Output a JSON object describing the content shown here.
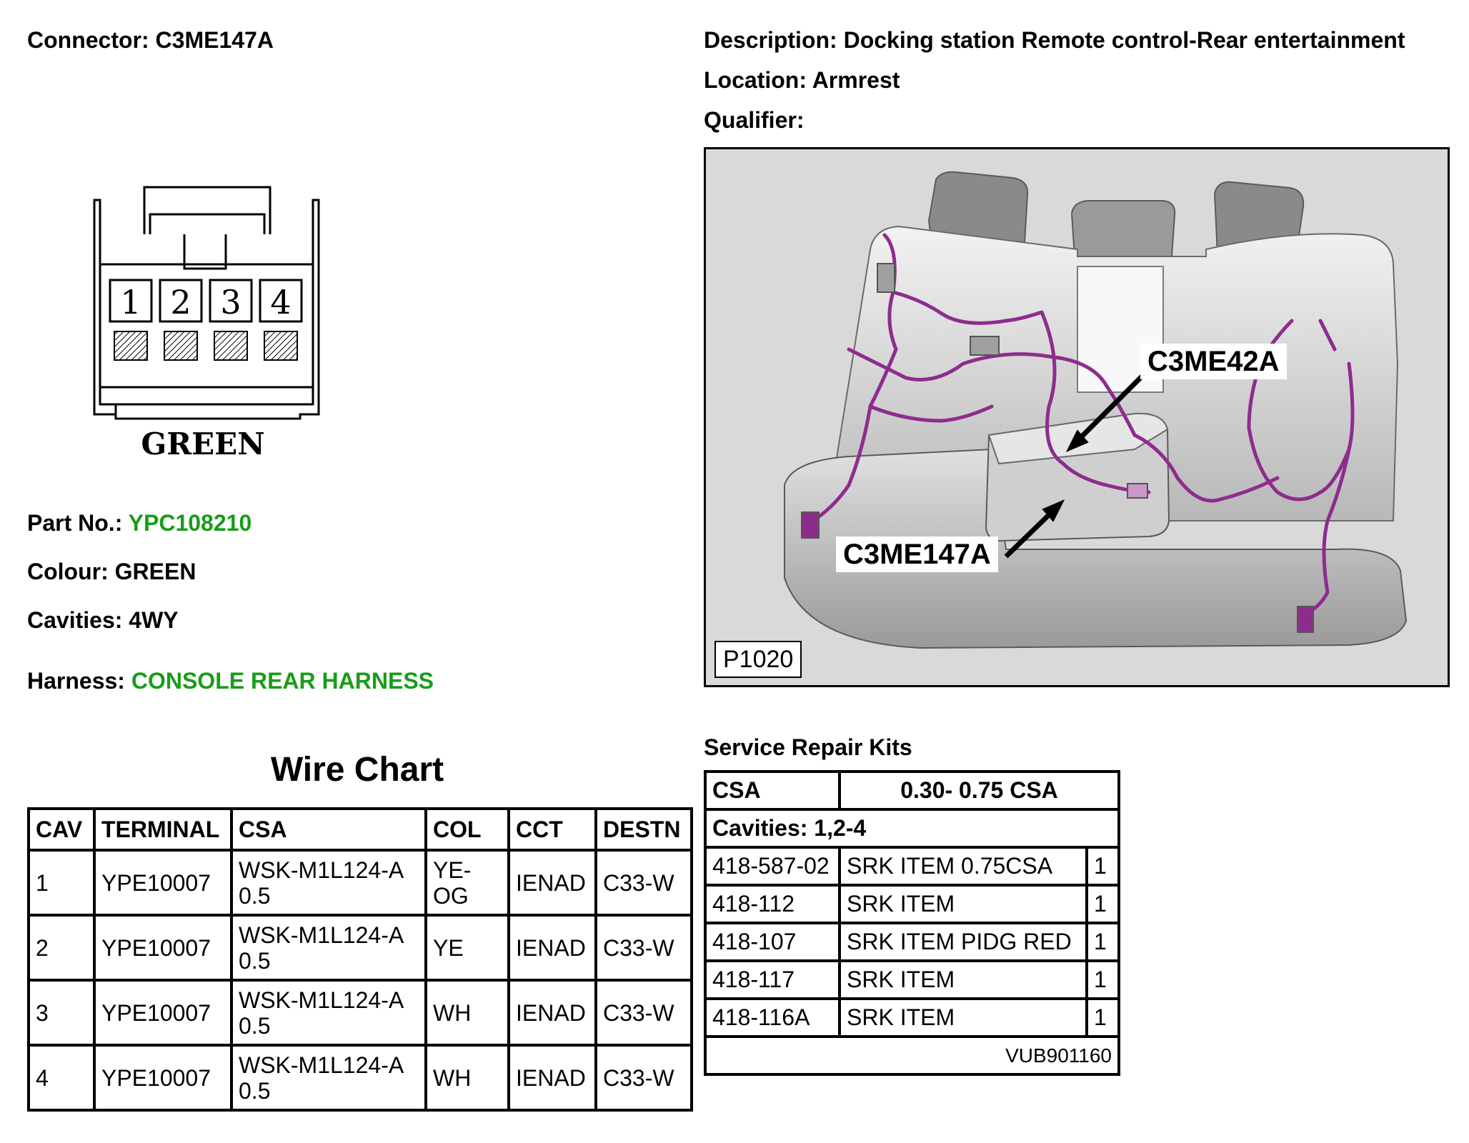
{
  "header": {
    "connector": "Connector: C3ME147A",
    "description": "Description: Docking station Remote control-Rear entertainment",
    "location": "Location: Armrest",
    "qualifier": "Qualifier:"
  },
  "connector_drawing": {
    "pins": [
      "1",
      "2",
      "3",
      "4"
    ],
    "colour_label": "GREEN"
  },
  "details": {
    "part_no_label": "Part No.: ",
    "part_no": "YPC108210",
    "colour": "Colour: GREEN",
    "cavities": "Cavities: 4WY",
    "harness_label": "Harness: ",
    "harness": "CONSOLE REAR HARNESS"
  },
  "photo": {
    "ref": "P1020",
    "callout_top": "C3ME42A",
    "callout_bottom": "C3ME147A"
  },
  "wire_chart": {
    "title": "Wire Chart",
    "headers": [
      "CAV",
      "TERMINAL",
      "CSA",
      "COL",
      "CCT",
      "DESTN"
    ],
    "rows": [
      {
        "cav": "1",
        "terminal": "YPE10007",
        "csa": "WSK-M1L124-A 0.5",
        "col": "YE-OG",
        "cct": "IENAD",
        "destn": "C33-W"
      },
      {
        "cav": "2",
        "terminal": "YPE10007",
        "csa": "WSK-M1L124-A 0.5",
        "col": "YE",
        "cct": "IENAD",
        "destn": "C33-W"
      },
      {
        "cav": "3",
        "terminal": "YPE10007",
        "csa": "WSK-M1L124-A 0.5",
        "col": "WH",
        "cct": "IENAD",
        "destn": "C33-W"
      },
      {
        "cav": "4",
        "terminal": "YPE10007",
        "csa": "WSK-M1L124-A 0.5",
        "col": "WH",
        "cct": "IENAD",
        "destn": "C33-W"
      }
    ]
  },
  "service_kits": {
    "title": "Service Repair Kits",
    "csa_label": "CSA",
    "csa_value": "0.30- 0.75 CSA",
    "cavities": "Cavities: 1,2-4",
    "items": [
      {
        "code": "418-587-02",
        "desc": "SRK ITEM 0.75CSA",
        "qty": "1"
      },
      {
        "code": "418-112",
        "desc": "SRK ITEM",
        "qty": "1"
      },
      {
        "code": "418-107",
        "desc": "SRK ITEM PIDG RED",
        "qty": "1"
      },
      {
        "code": "418-117",
        "desc": "SRK ITEM",
        "qty": "1"
      },
      {
        "code": "418-116A",
        "desc": "SRK ITEM",
        "qty": "1"
      }
    ],
    "footer": "VUB901160"
  },
  "colors": {
    "accent_green": "#1a9c1a",
    "wire_purple": "#8e2c8e"
  }
}
